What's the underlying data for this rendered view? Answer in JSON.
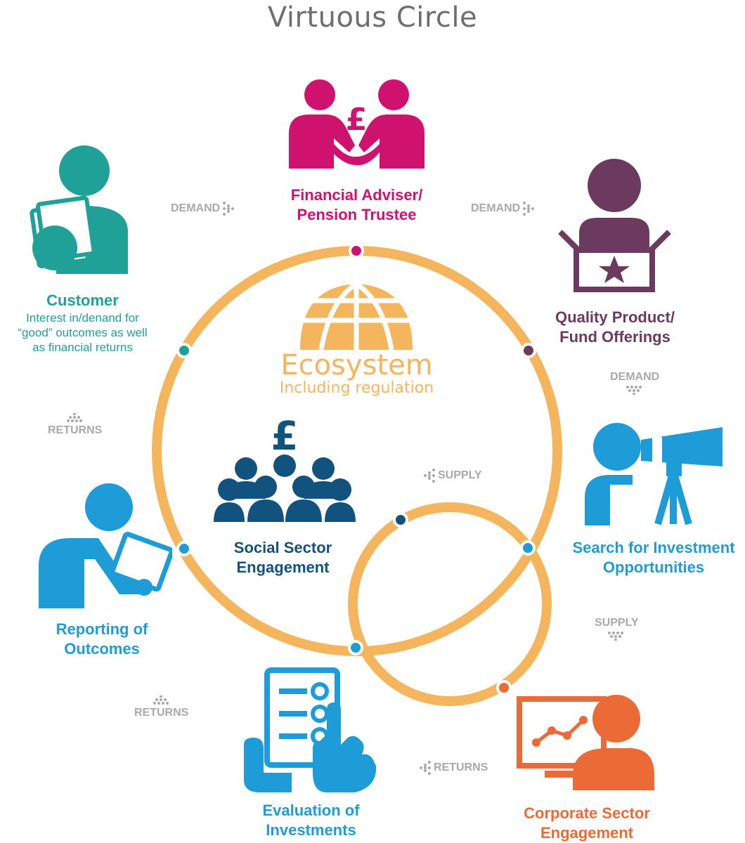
{
  "title": "Virtuous Circle",
  "ecosystem": {
    "title": "Ecosystem",
    "subtitle": "Including regulation"
  },
  "colors": {
    "orange_ring": "#f4b55d",
    "magenta": "#d0126f",
    "teal": "#1fa198",
    "purple": "#6b3a5e",
    "blue": "#1e9cd7",
    "navy": "#12527e",
    "orange": "#ec6a35",
    "grey": "#a7a9ac"
  },
  "nodes": {
    "adviser": {
      "label_line1": "Financial Adviser/",
      "label_line2": "Pension Trustee"
    },
    "customer": {
      "label": "Customer",
      "desc_line1": "Interest in/denand for",
      "desc_line2": "“good” outcomes as well",
      "desc_line3": "as financial returns"
    },
    "quality": {
      "label_line1": "Quality Product/",
      "label_line2": "Fund Offerings"
    },
    "search": {
      "label_line1": "Search for Investment",
      "label_line2": "Opportunities"
    },
    "social": {
      "label_line1": "Social Sector",
      "label_line2": "Engagement"
    },
    "reporting": {
      "label_line1": "Reporting of",
      "label_line2": "Outcomes"
    },
    "evaluation": {
      "label_line1": "Evaluation of",
      "label_line2": "Investments"
    },
    "corporate": {
      "label_line1": "Corporate Sector",
      "label_line2": "Engagement"
    }
  },
  "flows": {
    "demand1": "DEMAND",
    "demand2": "DEMAND",
    "demand3": "DEMAND",
    "returns1": "RETURNS",
    "supply1": "SUPPLY",
    "supply2": "SUPPLY",
    "returns2": "RETURNS",
    "returns3": "RETURNS"
  }
}
